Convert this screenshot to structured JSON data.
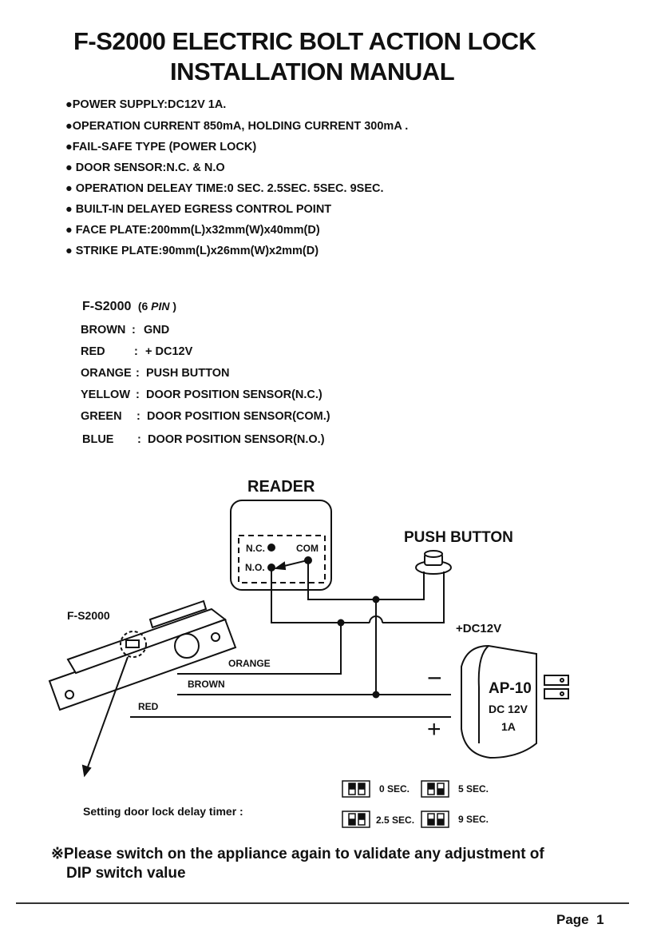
{
  "title": {
    "line1": "F-S2000 ELECTRIC BOLT ACTION LOCK",
    "line2": "INSTALLATION MANUAL"
  },
  "specs": [
    "●POWER SUPPLY:DC12V 1A.",
    "●OPERATION CURRENT 850mA, HOLDING CURRENT 300mA .",
    "●FAIL-SAFE TYPE (POWER LOCK)",
    "● DOOR SENSOR:N.C. & N.O",
    "● OPERATION DELEAY TIME:0 SEC. 2.5SEC. 5SEC. 9SEC.",
    "● BUILT-IN DELAYED EGRESS CONTROL POINT",
    "● FACE PLATE:200mm(L)x32mm(W)x40mm(D)",
    "● STRIKE PLATE:90mm(L)x26mm(W)x2mm(D)"
  ],
  "pinout": {
    "model": "F-S2000",
    "pin_prefix": "(6 ",
    "pin_word": "PIN",
    "pin_suffix": " )",
    "wires": [
      {
        "color": "BROWN",
        "sep": ":",
        "function": "GND"
      },
      {
        "color": "RED",
        "sep": ":",
        "function": "+ DC12V"
      },
      {
        "color": "ORANGE",
        "sep": ":",
        "function": "PUSH BUTTON"
      },
      {
        "color": "YELLOW",
        "sep": ":",
        "function": "DOOR POSITION SENSOR(N.C.)"
      },
      {
        "color": "GREEN",
        "sep": ":",
        "function": "DOOR POSITION SENSOR(COM.)"
      },
      {
        "color": "BLUE",
        "sep": ":",
        "function": "DOOR POSITION SENSOR(N.O.)"
      }
    ]
  },
  "diagram": {
    "reader_label": "READER",
    "nc_label": "N.C.",
    "com_label": "COM",
    "no_label": "N.O.",
    "push_button_label": "PUSH BUTTON",
    "lock_label": "F-S2000",
    "orange_label": "ORANGE",
    "brown_label": "BROWN",
    "red_label": "RED",
    "dc_label": "+DC12V",
    "minus_label": "−",
    "plus_label": "+",
    "adapter_model": "AP-10",
    "adapter_voltage": "DC 12V",
    "adapter_current": "1A"
  },
  "delay_timer": {
    "label": "Setting door lock delay timer :",
    "options": [
      "0 SEC.",
      "5 SEC.",
      "2.5 SEC.",
      "9 SEC."
    ]
  },
  "note": {
    "line1": "※Please switch on the appliance again to validate any adjustment of",
    "line2": "DIP switch value"
  },
  "footer": {
    "page": "Page  1"
  }
}
